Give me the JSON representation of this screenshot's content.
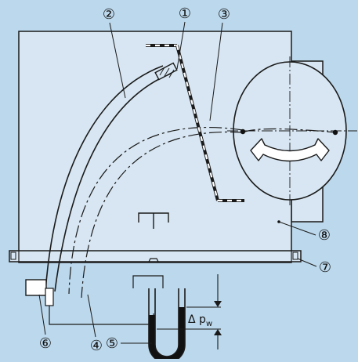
{
  "colors": {
    "background": "#bcd8ec",
    "panel": "#d7e6f2",
    "line": "#1a1a1a",
    "fluid": "#111111"
  },
  "callouts": [
    {
      "id": "c1",
      "label": "①"
    },
    {
      "id": "c2",
      "label": "②"
    },
    {
      "id": "c3",
      "label": "③"
    },
    {
      "id": "c4",
      "label": "④"
    },
    {
      "id": "c5",
      "label": "⑤"
    },
    {
      "id": "c6",
      "label": "⑥"
    },
    {
      "id": "c7",
      "label": "⑦"
    },
    {
      "id": "c8",
      "label": "⑧"
    }
  ],
  "pressure_label": {
    "delta": "Δ",
    "p": "p",
    "sub": "w"
  }
}
